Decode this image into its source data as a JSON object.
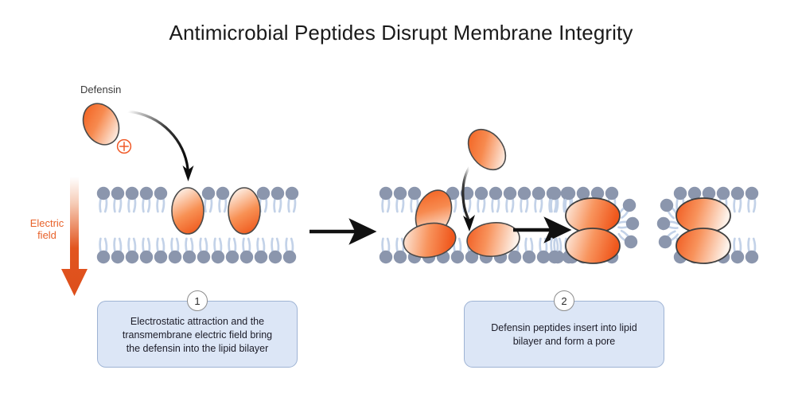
{
  "title": "Antimicrobial Peptides Disrupt Membrane Integrity",
  "labels": {
    "defensin": "Defensin",
    "electric_field_line1": "Electric",
    "electric_field_line2": "field",
    "charge_symbol": "⊕"
  },
  "steps": [
    {
      "number": "1",
      "lines": [
        "Electrostatic attraction and the",
        "transmembrane electric field bring",
        "the defensin into the lipid bilayer"
      ]
    },
    {
      "number": "2",
      "lines": [
        "Defensin peptides insert into lipid",
        "bilayer and form a pore"
      ]
    }
  ],
  "colors": {
    "peptide_orange": "#f05a28",
    "peptide_light": "#fdf0e8",
    "lipid_head": "#8b96ad",
    "lipid_tail": "#c3d2e8",
    "arrow_black": "#111111",
    "field_arrow": "#e2551f",
    "caption_fill": "#dce6f6",
    "caption_border": "#9eb3d4",
    "title_text": "#1a1a1a"
  },
  "diagram": {
    "type": "process-diagram",
    "panels": [
      {
        "name": "panel-intact-membrane",
        "description": "Intact lipid bilayer with two defensin peptides adsorbed in the outer leaflet",
        "top_leaflet_heads": 11,
        "bottom_leaflet_heads": 14,
        "peptides_in_outer_leaflet": 2
      },
      {
        "name": "panel-insertion",
        "description": "Defensin peptides insert into the lipid bilayer",
        "free_peptides": 1,
        "inserting_peptides": 1,
        "inserted_peptides": 2
      },
      {
        "name": "panel-pore-left",
        "description": "Peptides line a toroidal pore at the membrane edge",
        "peptides": 2
      },
      {
        "name": "panel-pore-right",
        "description": "Opposite face of the toroidal pore",
        "peptides": 2
      }
    ]
  }
}
